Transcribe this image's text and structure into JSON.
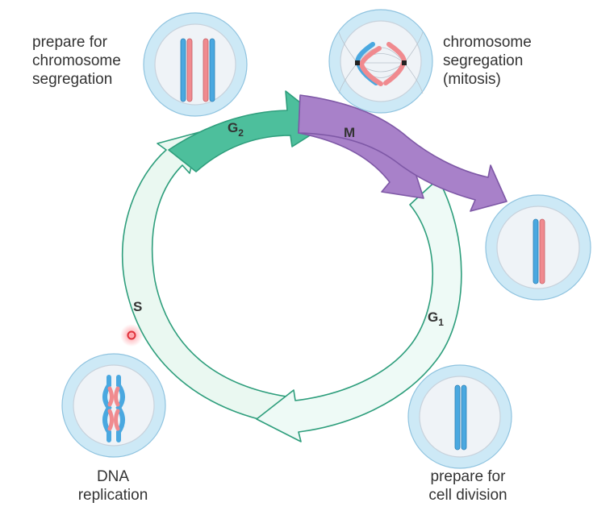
{
  "diagram": {
    "phases": {
      "g2": {
        "base": "G",
        "sub": "2"
      },
      "m": {
        "base": "M",
        "sub": ""
      },
      "s": {
        "base": "S",
        "sub": ""
      },
      "g1": {
        "base": "G",
        "sub": "1"
      }
    },
    "captions": {
      "top_left": [
        "prepare for",
        "chromosome",
        "segregation"
      ],
      "top_right": [
        "chromosome",
        "segregation",
        "(mitosis)"
      ],
      "bottom_left": [
        "DNA",
        "replication"
      ],
      "bottom_right": [
        "prepare for",
        "cell division"
      ]
    },
    "colors": {
      "s_arrow": "#eaf8f1",
      "g2_arrow": "#4dbf9c",
      "m_arrow": "#a881c9",
      "g1_arrow": "#eefaf6",
      "outline_green": "#2e9e7c",
      "outline_purple": "#7e58a6",
      "cell_ring": "#cde9f6",
      "cell_inner": "#eff3f7",
      "chromosome_blue": "#4aa8e0",
      "chromosome_red": "#f08a8f",
      "cursor": "#e0303a"
    }
  }
}
